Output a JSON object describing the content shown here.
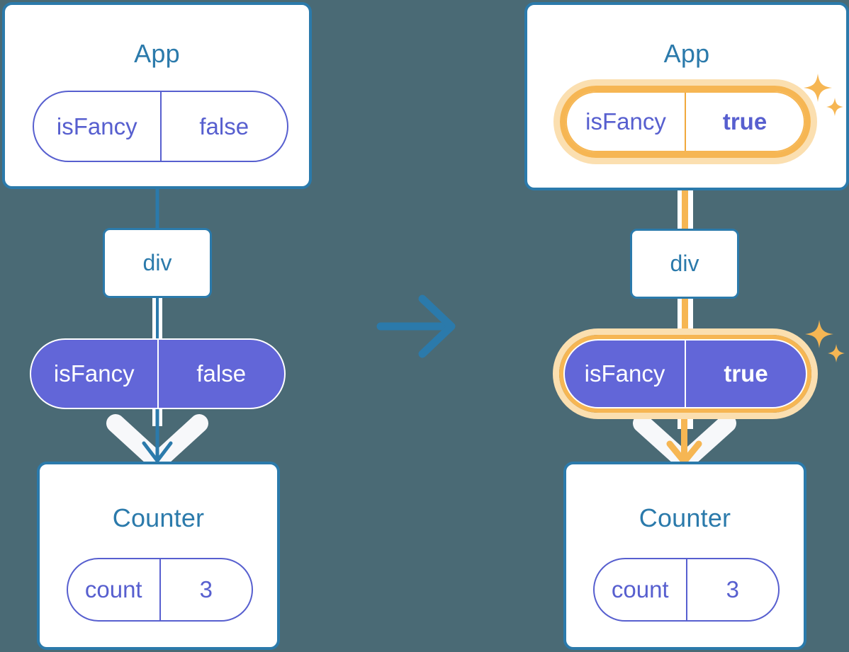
{
  "meta": {
    "background_color": "#4a6a75",
    "accent_blue": "#2b7aab",
    "accent_purple": "#6266d8",
    "accent_purple_text": "#575fcf",
    "highlight_orange": "#f6b653",
    "highlight_orange_soft": "#fbdfb0",
    "white": "#ffffff"
  },
  "transition_arrow": {
    "icon": "arrow-right-icon",
    "color": "#2b7aab"
  },
  "before": {
    "app": {
      "title": "App",
      "state": {
        "key": "isFancy",
        "value": "false",
        "style": "outline",
        "highlighted": false
      }
    },
    "div": {
      "label": "div"
    },
    "prop": {
      "key": "isFancy",
      "value": "false",
      "style": "filled",
      "highlighted": false
    },
    "counter": {
      "title": "Counter",
      "state": {
        "key": "count",
        "value": "3",
        "style": "outline",
        "highlighted": false
      }
    },
    "flow_color": "#2b7aab",
    "render_arrow": {
      "icon": "render-arrow-down-icon",
      "color": "#2b7aab"
    }
  },
  "after": {
    "app": {
      "title": "App",
      "state": {
        "key": "isFancy",
        "value": "true",
        "style": "outline",
        "highlighted": true,
        "value_bold": true
      }
    },
    "div": {
      "label": "div"
    },
    "prop": {
      "key": "isFancy",
      "value": "true",
      "style": "filled",
      "highlighted": true,
      "value_bold": true
    },
    "counter": {
      "title": "Counter",
      "state": {
        "key": "count",
        "value": "3",
        "style": "outline",
        "highlighted": false
      }
    },
    "flow_color": "#f6b653",
    "render_arrow": {
      "icon": "render-arrow-down-icon",
      "color": "#f6b653"
    },
    "sparkle_icons": [
      "sparkle-large-icon",
      "sparkle-small-icon"
    ]
  }
}
